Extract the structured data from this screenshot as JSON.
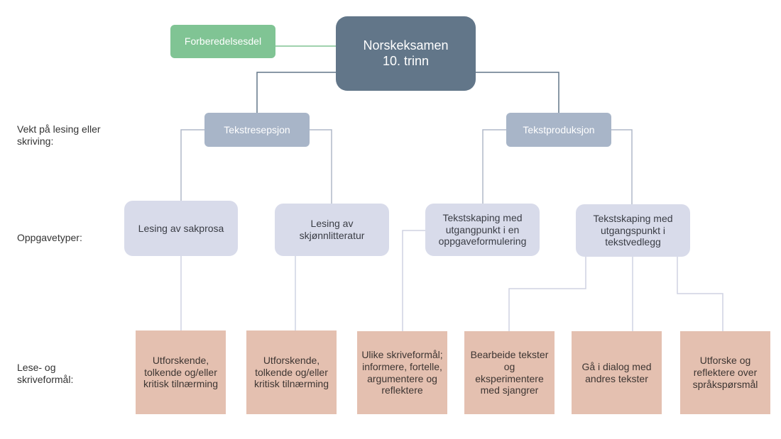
{
  "title": "Norskeksamen 10. trinn",
  "colors": {
    "root": "#627689",
    "preparation": "#80c494",
    "level1": "#a8b5c8",
    "level2": "#d8dbea",
    "level3": "#e4c0b0",
    "connector_dark": "#627689",
    "connector_light": "#c9cedc",
    "connector_green": "#80c494"
  },
  "row_labels": {
    "weight": "Vekt på lesing eller skriving:",
    "task_types": "Oppgavetyper:",
    "purposes": "Lese- og skriveformål:"
  },
  "nodes": {
    "root": "Norskeksamen 10. trinn",
    "preparation": "Forberedelsesdel",
    "reception": "Tekstresepsjon",
    "production": "Tekstproduksjon",
    "task_sakprosa": "Lesing av sakprosa",
    "task_skjonn": "Lesing av skjønnlitteratur",
    "task_oppgave": "Tekstskaping med utgangpunkt i en oppgaveformulering",
    "task_vedlegg": "Tekstskaping med utgangspunkt i tekstvedlegg",
    "purpose_1": "Utforskende, tolkende og/eller kritisk tilnærming",
    "purpose_2": "Utforskende, tolkende og/eller kritisk tilnærming",
    "purpose_3": "Ulike skriveformål; informere, fortelle, argumentere og reflektere",
    "purpose_4": "Bearbeide tekster og eksperimentere med sjangrer",
    "purpose_5": "Gå i dialog med andres tekster",
    "purpose_6": "Utforske og reflektere over språkspørsmål"
  }
}
